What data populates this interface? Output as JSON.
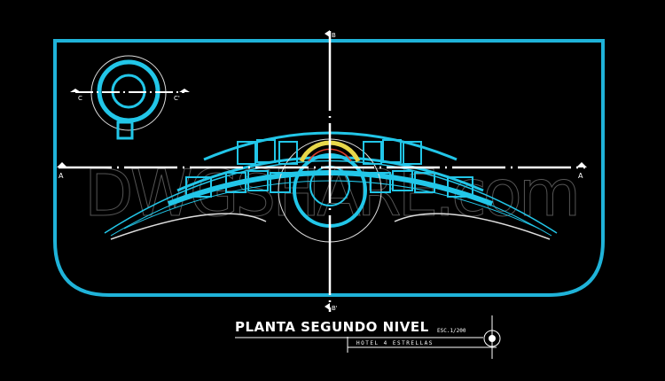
{
  "drawing": {
    "title": "PLANTA SEGUNDO NIVEL",
    "scale": "ESC.1/200",
    "subtitle": "HOTEL 4 ESTRELLAS",
    "section_marks": {
      "a_left": "A",
      "a_right": "A",
      "b_top": "B",
      "b_bottom": "B'",
      "c_left": "C",
      "c_right": "C'"
    },
    "watermark": "DWGSHARE.com"
  },
  "colors": {
    "background": "#000000",
    "frame": "#1fb3d9",
    "walls": "#22c6e8",
    "axis": "#ffffff",
    "accent_yellow": "#e8d84a",
    "accent_red": "#e0402a"
  }
}
